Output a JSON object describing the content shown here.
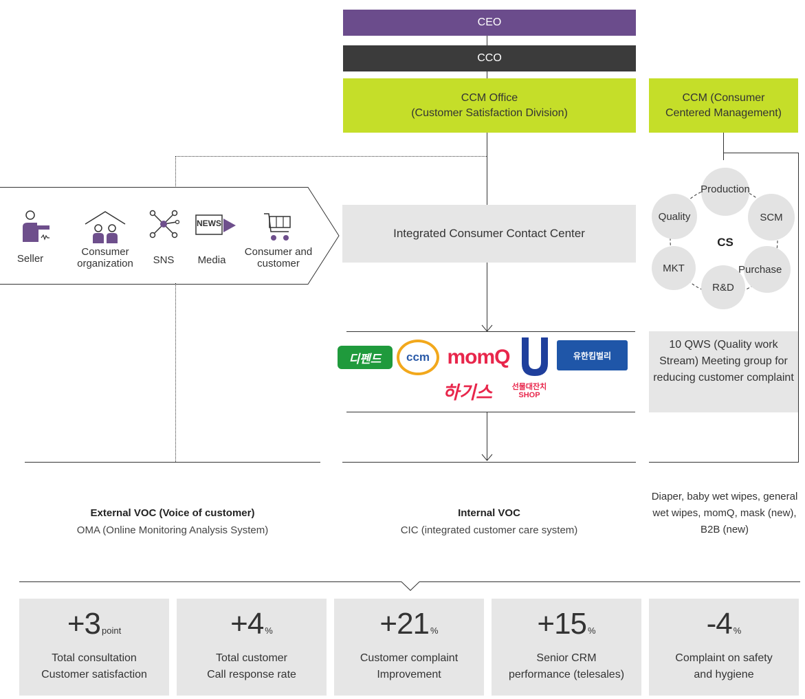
{
  "org": {
    "ceo": "CEO",
    "cco": "CCO",
    "ccm_office_line1": "CCM Office",
    "ccm_office_line2": "(Customer  Satisfaction Division)",
    "ccm_consumer_line1": "CCM (Consumer",
    "ccm_consumer_line2": "Centered Management)"
  },
  "sources": [
    {
      "icon": "seller-icon",
      "label": "Seller"
    },
    {
      "icon": "consumer-organization-icon",
      "label": "Consumer\norganization"
    },
    {
      "icon": "sns-icon",
      "label": "SNS"
    },
    {
      "icon": "media-icon",
      "label": "Media",
      "icon_text": "NEWS"
    },
    {
      "icon": "cart-icon",
      "label": "Consumer and\ncustomer"
    }
  ],
  "contact_center": "Integrated Consumer Contact Center",
  "brands": [
    "디펜드",
    "ccm",
    "momQ",
    "유한킴벌리",
    "하기스",
    "선물대잔치 SHOP"
  ],
  "cs_cycle": {
    "center": "CS",
    "nodes": [
      "Production",
      "SCM",
      "Purchase",
      "R&D",
      "MKT",
      "Quality"
    ]
  },
  "qws": "10 QWS (Quality work Stream) Meeting group for reducing customer complaint",
  "voc": {
    "external_title": "External VOC (Voice of customer)",
    "external_sub": "OMA (Online Monitoring Analysis System)",
    "internal_title": "Internal VOC",
    "internal_sub": "CIC (integrated customer care system)",
    "products": "Diaper, baby wet wipes, general wet wipes, momQ, mask (new), B2B (new)"
  },
  "metrics": [
    {
      "value": "+3",
      "unit": "point",
      "label_line1": "Total consultation",
      "label_line2": "Customer satisfaction"
    },
    {
      "value": "+4",
      "unit": "%",
      "label_line1": "Total customer",
      "label_line2": "Call response rate"
    },
    {
      "value": "+21",
      "unit": "%",
      "label_line1": "Customer complaint",
      "label_line2": "Improvement"
    },
    {
      "value": "+15",
      "unit": "%",
      "label_line1": "Senior CRM",
      "label_line2": "performance (telesales)"
    },
    {
      "value": "-4",
      "unit": "%",
      "label_line1": "Complaint on safety",
      "label_line2": "and hygiene"
    }
  ],
  "colors": {
    "ceo": "#6b4c8c",
    "cco": "#3b3b3b",
    "lime": "#c5de29",
    "grey_box": "#e6e6e6",
    "icon_purple": "#6e4f8c"
  }
}
